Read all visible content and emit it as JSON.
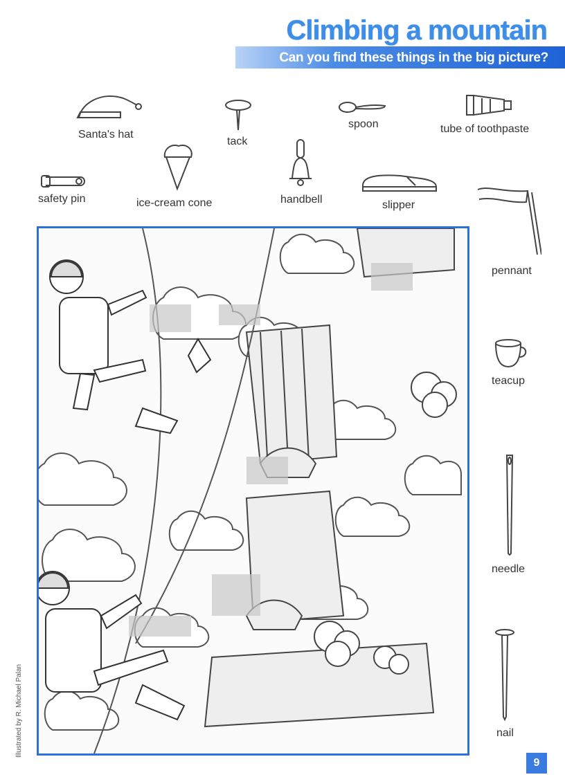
{
  "header": {
    "title": "Climbing a mountain",
    "subtitle": "Can you find these things in the big picture?"
  },
  "items": {
    "santas_hat": "Santa's hat",
    "tack": "tack",
    "spoon": "spoon",
    "toothpaste": "tube of toothpaste",
    "safety_pin": "safety pin",
    "ice_cream": "ice-cream cone",
    "handbell": "handbell",
    "slipper": "slipper",
    "pennant": "pennant",
    "teacup": "teacup",
    "needle": "needle",
    "nail": "nail"
  },
  "credit": "Illustrated by R. Michael Palan",
  "page_number": "9",
  "colors": {
    "accent": "#2d6ee0",
    "title": "#3d8ee8"
  }
}
